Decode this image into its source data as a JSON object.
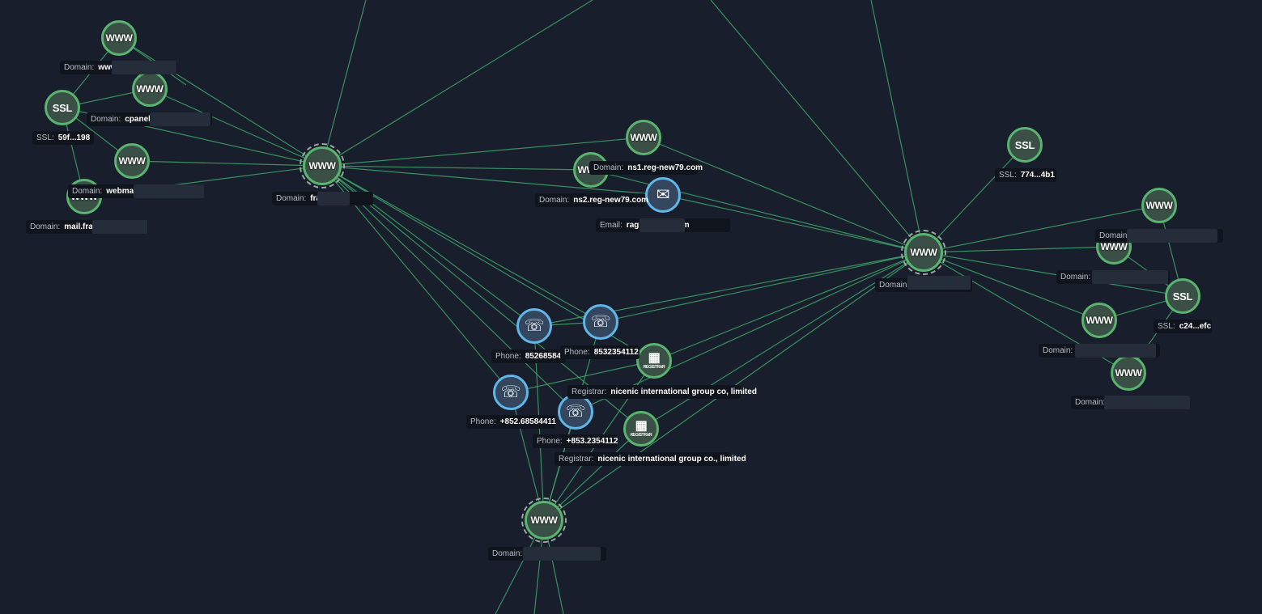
{
  "nodes": [
    {
      "name": "domain-www",
      "type": "www",
      "color": "green",
      "glyph": "WWW"
    },
    {
      "name": "ssl-59f",
      "type": "ssl",
      "color": "green",
      "glyph": "SSL"
    },
    {
      "name": "domain-cpanel",
      "type": "www",
      "color": "green",
      "glyph": "WWW"
    },
    {
      "name": "domain-webmail",
      "type": "www",
      "color": "green",
      "glyph": "WWW"
    },
    {
      "name": "domain-mail",
      "type": "www",
      "color": "green",
      "glyph": "WWW"
    },
    {
      "name": "domain-hub-fra",
      "type": "www",
      "color": "green",
      "glyph": "WWW",
      "hub": true
    },
    {
      "name": "domain-ns1",
      "type": "www",
      "color": "green",
      "glyph": "WWW"
    },
    {
      "name": "domain-ns2",
      "type": "www",
      "color": "green",
      "glyph": "WWW"
    },
    {
      "name": "email-node",
      "type": "email",
      "color": "blue",
      "glyph": "✉"
    },
    {
      "name": "ssl-774",
      "type": "ssl",
      "color": "green",
      "glyph": "SSL"
    },
    {
      "name": "domain-hub-right",
      "type": "www",
      "color": "green",
      "glyph": "WWW",
      "hub": true
    },
    {
      "name": "domain-right-1",
      "type": "www",
      "color": "green",
      "glyph": "WWW"
    },
    {
      "name": "domain-right-2",
      "type": "www",
      "color": "green",
      "glyph": "WWW"
    },
    {
      "name": "ssl-c24",
      "type": "ssl",
      "color": "green",
      "glyph": "SSL"
    },
    {
      "name": "domain-right-3",
      "type": "www",
      "color": "green",
      "glyph": "WWW"
    },
    {
      "name": "domain-right-4",
      "type": "www",
      "color": "green",
      "glyph": "WWW"
    },
    {
      "name": "phone-852-a",
      "type": "phone",
      "color": "blue",
      "glyph": "☏"
    },
    {
      "name": "phone-853-a",
      "type": "phone",
      "color": "blue",
      "glyph": "☏"
    },
    {
      "name": "registrar-a",
      "type": "registrar",
      "color": "green",
      "glyph": "▦",
      "sub": "REGISTRAR"
    },
    {
      "name": "phone-852-b",
      "type": "phone",
      "color": "blue",
      "glyph": "☏"
    },
    {
      "name": "phone-853-b",
      "type": "phone",
      "color": "blue",
      "glyph": "☏"
    },
    {
      "name": "registrar-b",
      "type": "registrar",
      "color": "green",
      "glyph": "▦",
      "sub": "REGISTRAR"
    },
    {
      "name": "domain-hub-bottom",
      "type": "www",
      "color": "green",
      "glyph": "WWW",
      "hub": true
    }
  ],
  "labels": [
    {
      "name": "label-domain-www",
      "key": "Domain:",
      "value": "www."
    },
    {
      "name": "label-domain-cpanel",
      "key": "Domain:",
      "value": "cpanel.f"
    },
    {
      "name": "label-ssl-59f",
      "key": "SSL:",
      "value": "59f...198"
    },
    {
      "name": "label-domain-webmail",
      "key": "Domain:",
      "value": "webmail"
    },
    {
      "name": "label-domain-mail",
      "key": "Domain:",
      "value": "mail.frai"
    },
    {
      "name": "label-domain-fra",
      "key": "Domain:",
      "value": "fra            s.com"
    },
    {
      "name": "label-domain-ns1",
      "key": "Domain:",
      "value": "ns1.reg-new79.com"
    },
    {
      "name": "label-domain-ns2",
      "key": "Domain:",
      "value": "ns2.reg-new79.com"
    },
    {
      "name": "label-email",
      "key": "Email:",
      "value": "ragn                    amofu.com"
    },
    {
      "name": "label-ssl-774",
      "key": "SSL:",
      "value": "774...4b1"
    },
    {
      "name": "label-domain-hub-right",
      "key": "Domain:",
      "value": ""
    },
    {
      "name": "label-domain-right-1",
      "key": "Domain:",
      "value": ""
    },
    {
      "name": "label-domain-right-2",
      "key": "Domain:",
      "value": ""
    },
    {
      "name": "label-ssl-c24",
      "key": "SSL:",
      "value": "c24...efc"
    },
    {
      "name": "label-domain-right-3",
      "key": "Domain:",
      "value": ""
    },
    {
      "name": "label-domain-right-4",
      "key": "Domain:",
      "value": ""
    },
    {
      "name": "label-phone-852-a",
      "key": "Phone:",
      "value": "852685844"
    },
    {
      "name": "label-phone-853-a",
      "key": "Phone:",
      "value": "8532354112"
    },
    {
      "name": "label-registrar-a",
      "key": "Registrar:",
      "value": "nicenic international group co, limited"
    },
    {
      "name": "label-phone-852-b",
      "key": "Phone:",
      "value": "+852.68584411"
    },
    {
      "name": "label-phone-853-b",
      "key": "Phone:",
      "value": "+853.2354112"
    },
    {
      "name": "label-registrar-b",
      "key": "Registrar:",
      "value": "nicenic international group co., limited"
    },
    {
      "name": "label-domain-hub-bottom",
      "key": "Domain:",
      "value": ""
    }
  ],
  "colors": {
    "background": "#181e2b",
    "edge": "#3fa56b",
    "node_green_border": "#58b46e",
    "node_blue_border": "#5fb6e8",
    "label_bg": "#10141c"
  }
}
